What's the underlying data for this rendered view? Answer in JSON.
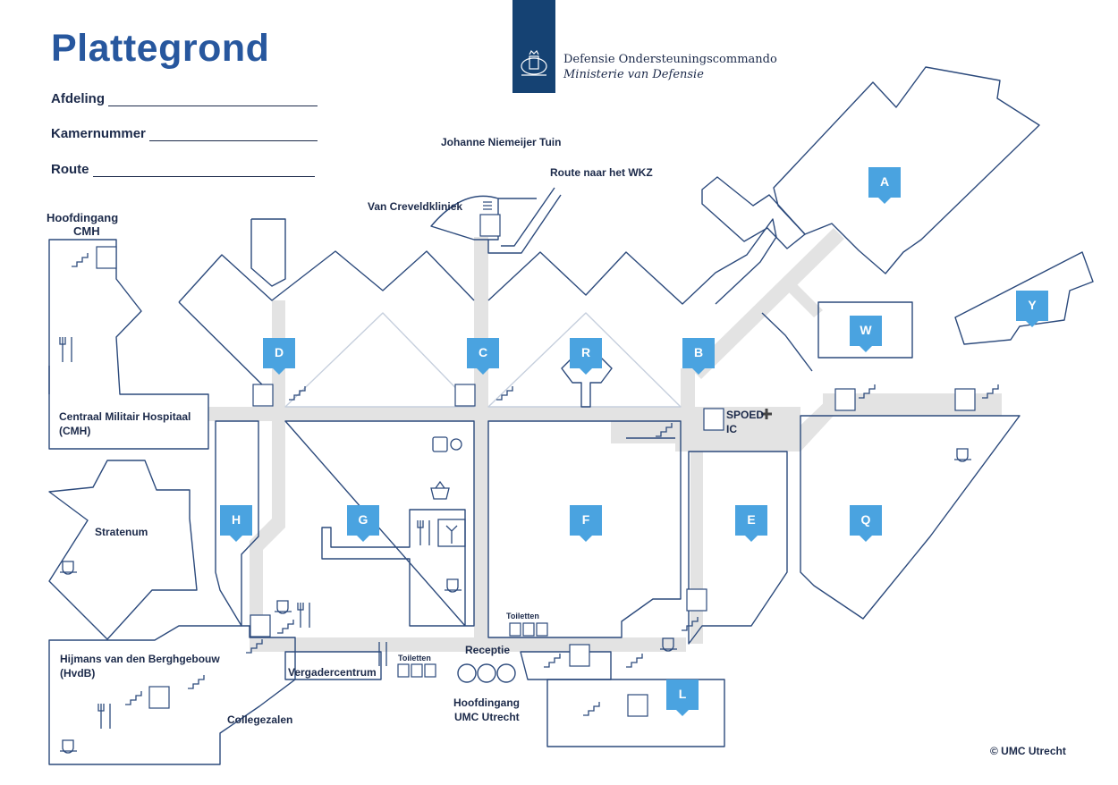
{
  "header": {
    "title": "Plattegrond",
    "fields": [
      "Afdeling",
      "Kamernummer",
      "Route"
    ],
    "org_name": "Defensie Ondersteuningscommando",
    "org_sub": "Ministerie van Defensie"
  },
  "labels": {
    "hoofdingang_cmh_1": "Hoofdingang",
    "hoofdingang_cmh_2": "CMH",
    "cmh_1": "Centraal Militair Hospitaal",
    "cmh_2": "(CMH)",
    "stratenum": "Stratenum",
    "hvdb_1": "Hijmans van den Berghgebouw",
    "hvdb_2": "(HvdB)",
    "collegezalen": "Collegezalen",
    "vergadercentrum": "Vergadercentrum",
    "receptie": "Receptie",
    "hoofdingang_umc_1": "Hoofdingang",
    "hoofdingang_umc_2": "UMC Utrecht",
    "toiletten_1": "Toiletten",
    "toiletten_2": "Toiletten",
    "tuin": "Johanne Niemeijer Tuin",
    "wkz": "Route naar het WKZ",
    "creveld": "Van Creveldkliniek",
    "spoed": "SPOED",
    "ic": "IC",
    "copyright": "© UMC Utrecht"
  },
  "wings": [
    "A",
    "B",
    "C",
    "D",
    "E",
    "F",
    "G",
    "H",
    "L",
    "Q",
    "R",
    "W",
    "Y"
  ],
  "colors": {
    "title": "#27579e",
    "badge": "#4aa3e0",
    "outline": "#2c4a7c",
    "corridor": "#e3e3e3",
    "logo": "#154273",
    "text": "#1c2a4a"
  },
  "icons": [
    "elevator-icon",
    "stairs-icon",
    "cutlery-icon",
    "coffee-icon",
    "shop-basket-icon",
    "pharmacy-icon",
    "flowers-icon",
    "wheelchair-icon",
    "toilet-icon",
    "escalator-icon",
    "plus-icon",
    "rijksoverheid-logo"
  ]
}
